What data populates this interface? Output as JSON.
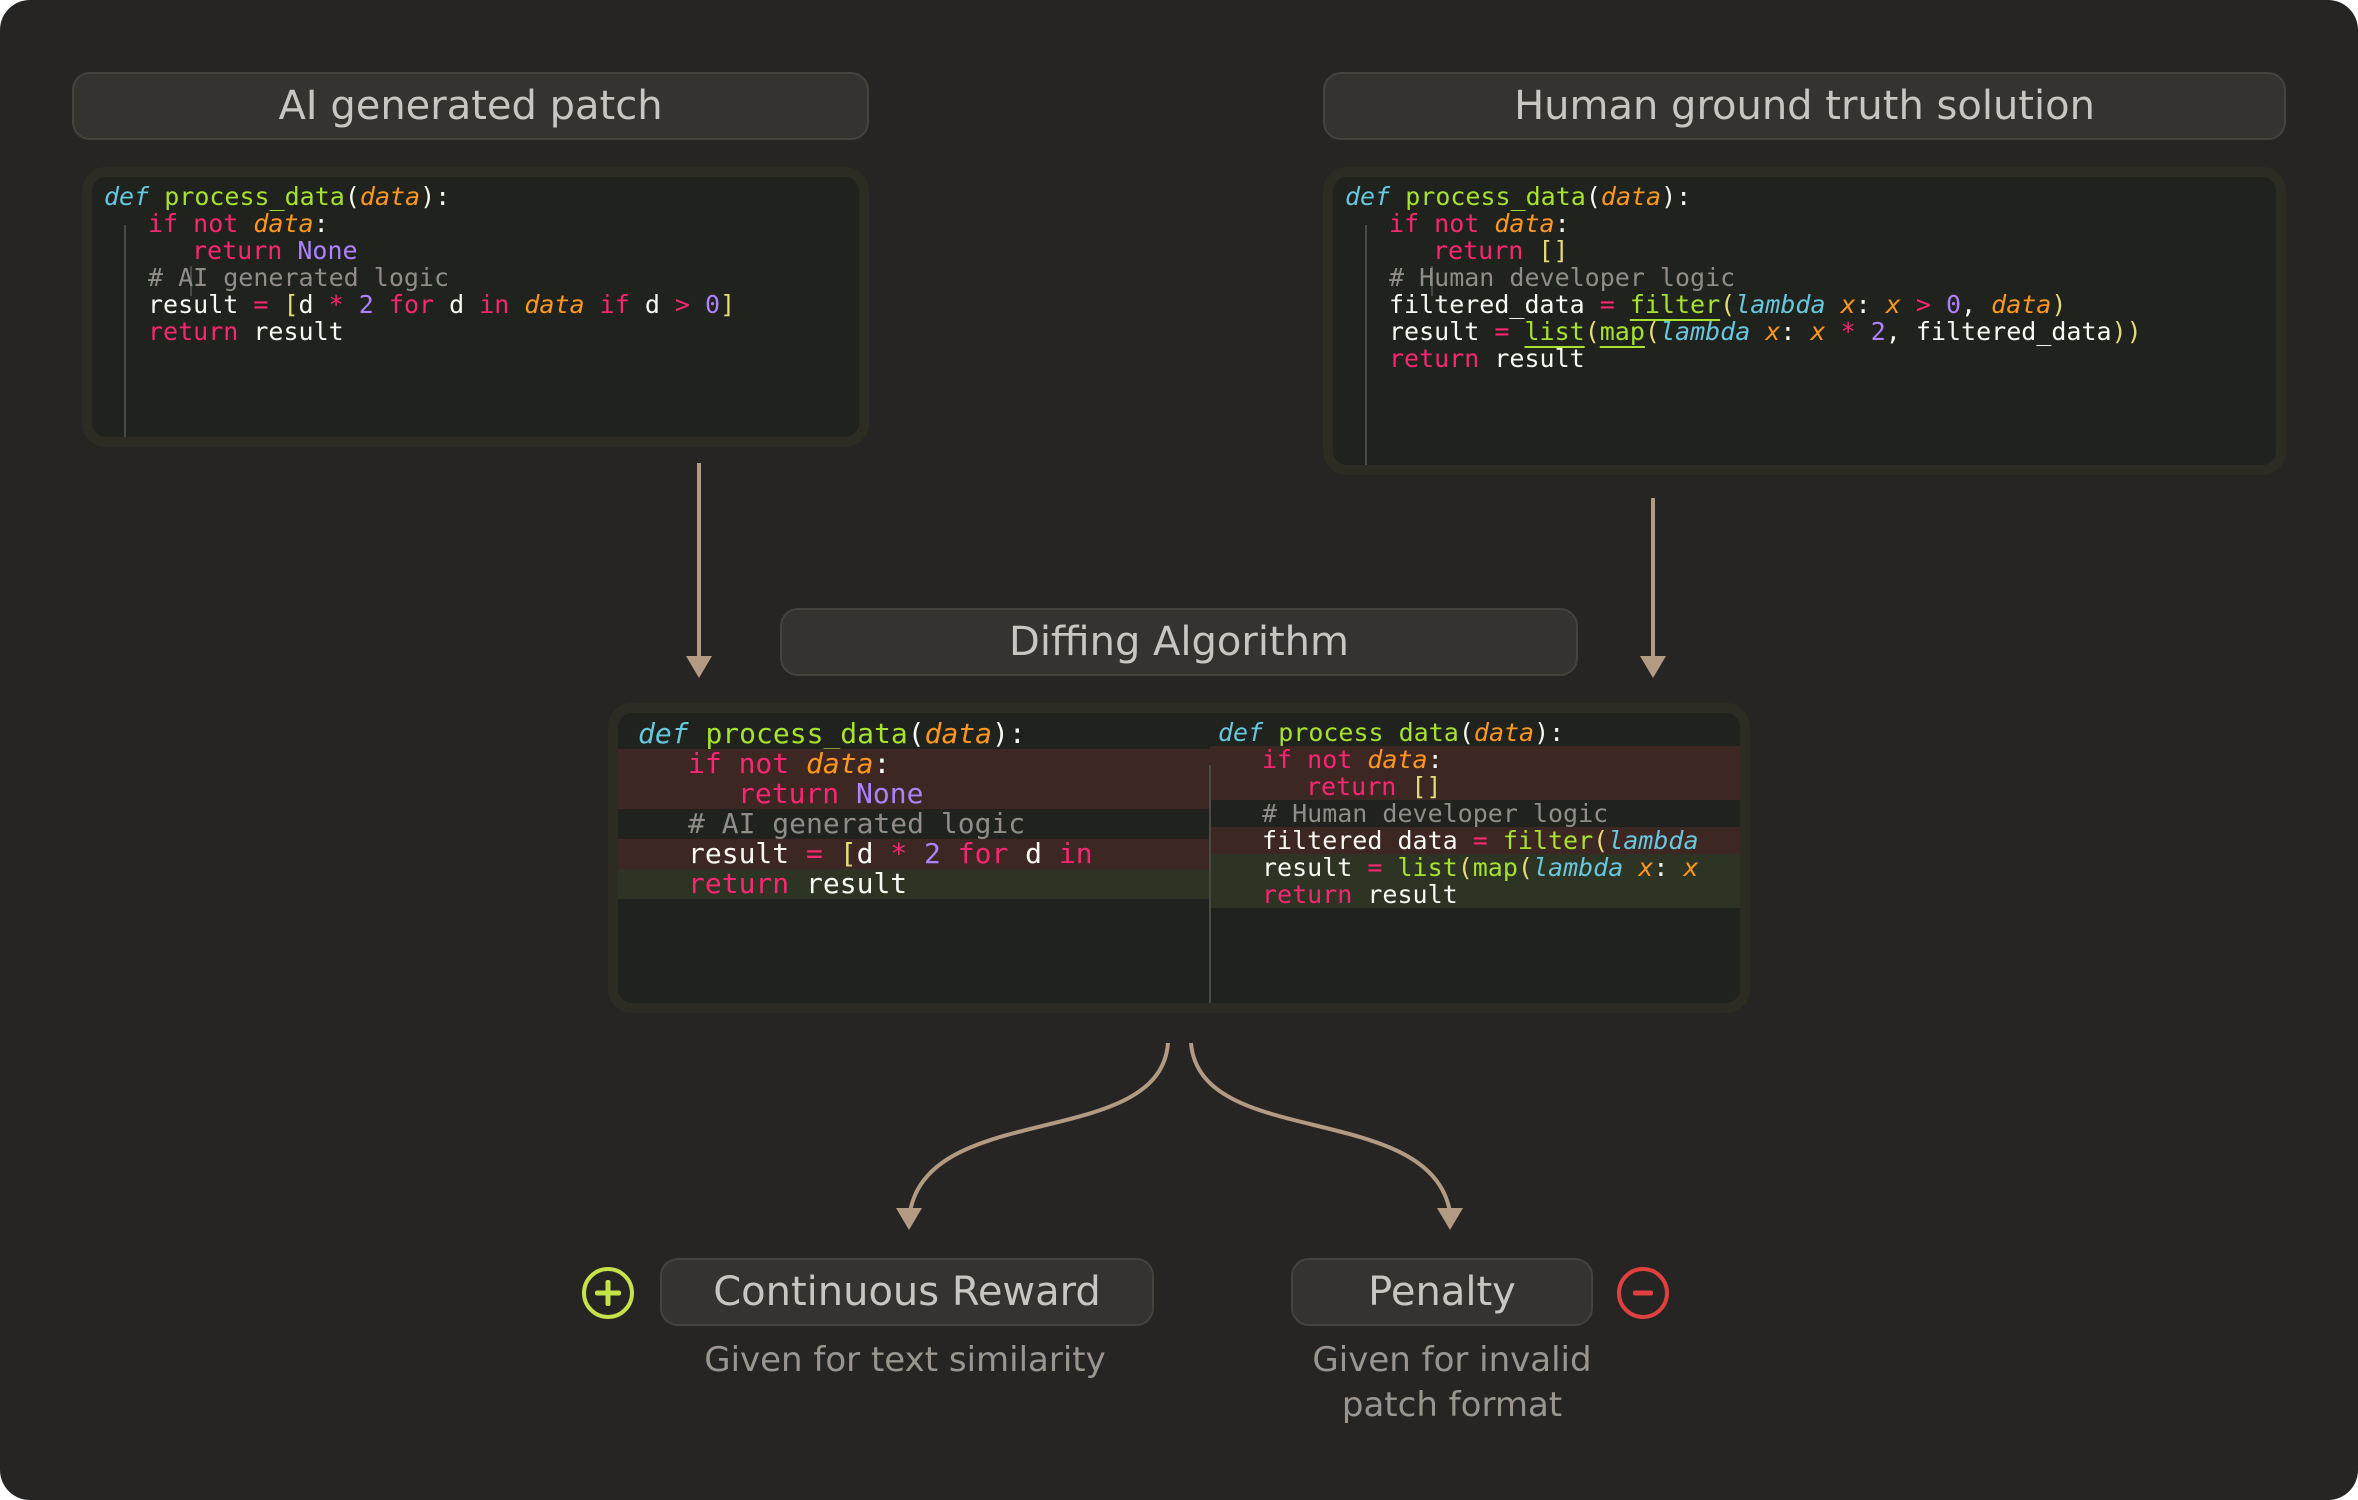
{
  "labels": {
    "ai_patch": "AI generated patch",
    "human_truth": "Human ground truth solution",
    "diffing": "Diffing Algorithm",
    "reward": "Continuous Reward",
    "penalty": "Penalty"
  },
  "captions": {
    "reward": "Given for text similarity",
    "penalty_line1": "Given for invalid",
    "penalty_line2": "patch format"
  },
  "icons": {
    "reward": "plus-circle-icon",
    "penalty": "minus-circle-icon"
  },
  "colors": {
    "background": "#272523",
    "arrow": "#b39a82",
    "diff_removed": "#3d2723",
    "diff_kept": "#2d3423",
    "plus": "#c6e24a",
    "minus": "#e0413f"
  },
  "code": {
    "ai_lines": [
      [
        [
          "def",
          "kw-def"
        ],
        [
          " ",
          ""
        ],
        [
          "process_data",
          "fn"
        ],
        [
          "(",
          "punct"
        ],
        [
          "data",
          "param"
        ],
        [
          "):",
          "punct"
        ]
      ],
      [
        [
          "if not",
          "kw"
        ],
        [
          " ",
          ""
        ],
        [
          "data",
          "param"
        ],
        [
          ":",
          "punct"
        ]
      ],
      [
        [
          "return",
          "kw"
        ],
        [
          " ",
          ""
        ],
        [
          "None",
          "num"
        ]
      ],
      [
        [
          "# AI generated logic",
          "comment"
        ]
      ],
      [
        [
          "result",
          "ident"
        ],
        [
          " = ",
          "op"
        ],
        [
          "[",
          "bracket"
        ],
        [
          "d ",
          "ident"
        ],
        [
          "*",
          "op"
        ],
        [
          " ",
          ""
        ],
        [
          "2",
          "num"
        ],
        [
          " ",
          ""
        ],
        [
          "for",
          "kw"
        ],
        [
          " d ",
          "ident"
        ],
        [
          "in",
          "kw"
        ],
        [
          " ",
          ""
        ],
        [
          "data",
          "param"
        ],
        [
          " ",
          ""
        ],
        [
          "if",
          "kw"
        ],
        [
          " d ",
          "ident"
        ],
        [
          ">",
          "op"
        ],
        [
          " ",
          ""
        ],
        [
          "0",
          "num"
        ],
        [
          "]",
          "bracket"
        ]
      ],
      [
        [
          "return",
          "kw"
        ],
        [
          " ",
          ""
        ],
        [
          "result",
          "ident"
        ]
      ]
    ],
    "human_lines": [
      [
        [
          "def",
          "kw-def"
        ],
        [
          " ",
          ""
        ],
        [
          "process_data",
          "fn"
        ],
        [
          "(",
          "punct"
        ],
        [
          "data",
          "param"
        ],
        [
          "):",
          "punct"
        ]
      ],
      [
        [
          "if not",
          "kw"
        ],
        [
          " ",
          ""
        ],
        [
          "data",
          "param"
        ],
        [
          ":",
          "punct"
        ]
      ],
      [
        [
          "return",
          "kw"
        ],
        [
          " ",
          ""
        ],
        [
          "[]",
          "bracket"
        ]
      ],
      [
        [
          "# Human developer logic",
          "comment"
        ]
      ],
      [
        [
          "filtered_data",
          "ident"
        ],
        [
          " = ",
          "op"
        ],
        [
          "filter",
          "fn u"
        ],
        [
          "(",
          "bracket"
        ],
        [
          "lambda",
          "lam"
        ],
        [
          " ",
          ""
        ],
        [
          "x",
          "param"
        ],
        [
          ": ",
          "punct"
        ],
        [
          "x",
          "param"
        ],
        [
          " > ",
          "op"
        ],
        [
          "0",
          "num"
        ],
        [
          ", ",
          "punct"
        ],
        [
          "data",
          "param"
        ],
        [
          ")",
          "bracket"
        ]
      ],
      [
        [
          "result",
          "ident"
        ],
        [
          " = ",
          "op"
        ],
        [
          "list",
          "fn u"
        ],
        [
          "(",
          "bracket"
        ],
        [
          "map",
          "fn u"
        ],
        [
          "(",
          "bracket"
        ],
        [
          "lambda",
          "lam"
        ],
        [
          " ",
          ""
        ],
        [
          "x",
          "param"
        ],
        [
          ": ",
          "punct"
        ],
        [
          "x",
          "param"
        ],
        [
          " * ",
          "op"
        ],
        [
          "2",
          "num"
        ],
        [
          ", ",
          "punct"
        ],
        [
          "filtered_data",
          "ident"
        ],
        [
          "))",
          "bracket"
        ]
      ],
      [
        [
          "return",
          "kw"
        ],
        [
          " ",
          ""
        ],
        [
          "result",
          "ident"
        ]
      ]
    ],
    "diff_left_lines": [
      [
        [
          "def",
          "kw-def"
        ],
        [
          " ",
          ""
        ],
        [
          "process_data",
          "fn"
        ],
        [
          "(",
          "punct"
        ],
        [
          "data",
          "param"
        ],
        [
          "):",
          "punct"
        ]
      ],
      [
        [
          "if not",
          "kw"
        ],
        [
          " ",
          ""
        ],
        [
          "data",
          "param"
        ],
        [
          ":",
          "punct"
        ]
      ],
      [
        [
          "return",
          "kw"
        ],
        [
          " ",
          ""
        ],
        [
          "None",
          "num"
        ]
      ],
      [
        [
          "# AI generated logic",
          "comment"
        ]
      ],
      [
        [
          "result",
          "ident"
        ],
        [
          " = ",
          "op"
        ],
        [
          "[",
          "bracket"
        ],
        [
          "d ",
          "ident"
        ],
        [
          "*",
          "op"
        ],
        [
          " ",
          ""
        ],
        [
          "2",
          "num"
        ],
        [
          " ",
          ""
        ],
        [
          "for",
          "kw"
        ],
        [
          " d ",
          "ident"
        ],
        [
          "in",
          "kw"
        ]
      ],
      [
        [
          "return",
          "kw"
        ],
        [
          " ",
          ""
        ],
        [
          "result",
          "ident"
        ]
      ]
    ],
    "diff_right_lines": [
      [
        [
          "def",
          "kw-def"
        ],
        [
          " ",
          ""
        ],
        [
          "process_data",
          "fn"
        ],
        [
          "(",
          "punct"
        ],
        [
          "data",
          "param"
        ],
        [
          "):",
          "punct"
        ]
      ],
      [
        [
          "if not",
          "kw"
        ],
        [
          " ",
          ""
        ],
        [
          "data",
          "param"
        ],
        [
          ":",
          "punct"
        ]
      ],
      [
        [
          "return",
          "kw"
        ],
        [
          " ",
          ""
        ],
        [
          "[]",
          "bracket"
        ]
      ],
      [
        [
          "# Human developer logic",
          "comment"
        ]
      ],
      [
        [
          "filtered_data",
          "ident"
        ],
        [
          " = ",
          "op"
        ],
        [
          "filter",
          "fn u"
        ],
        [
          "(",
          "bracket"
        ],
        [
          "lambda",
          "lam"
        ]
      ],
      [
        [
          "result",
          "ident"
        ],
        [
          " = ",
          "op"
        ],
        [
          "list",
          "fn u"
        ],
        [
          "(",
          "bracket"
        ],
        [
          "map",
          "fn u"
        ],
        [
          "(",
          "bracket"
        ],
        [
          "lambda",
          "lam"
        ],
        [
          " ",
          ""
        ],
        [
          "x",
          "param"
        ],
        [
          ": ",
          "punct"
        ],
        [
          "x",
          "param"
        ]
      ],
      [
        [
          "return",
          "kw"
        ],
        [
          " ",
          ""
        ],
        [
          "result",
          "ident"
        ]
      ]
    ]
  }
}
